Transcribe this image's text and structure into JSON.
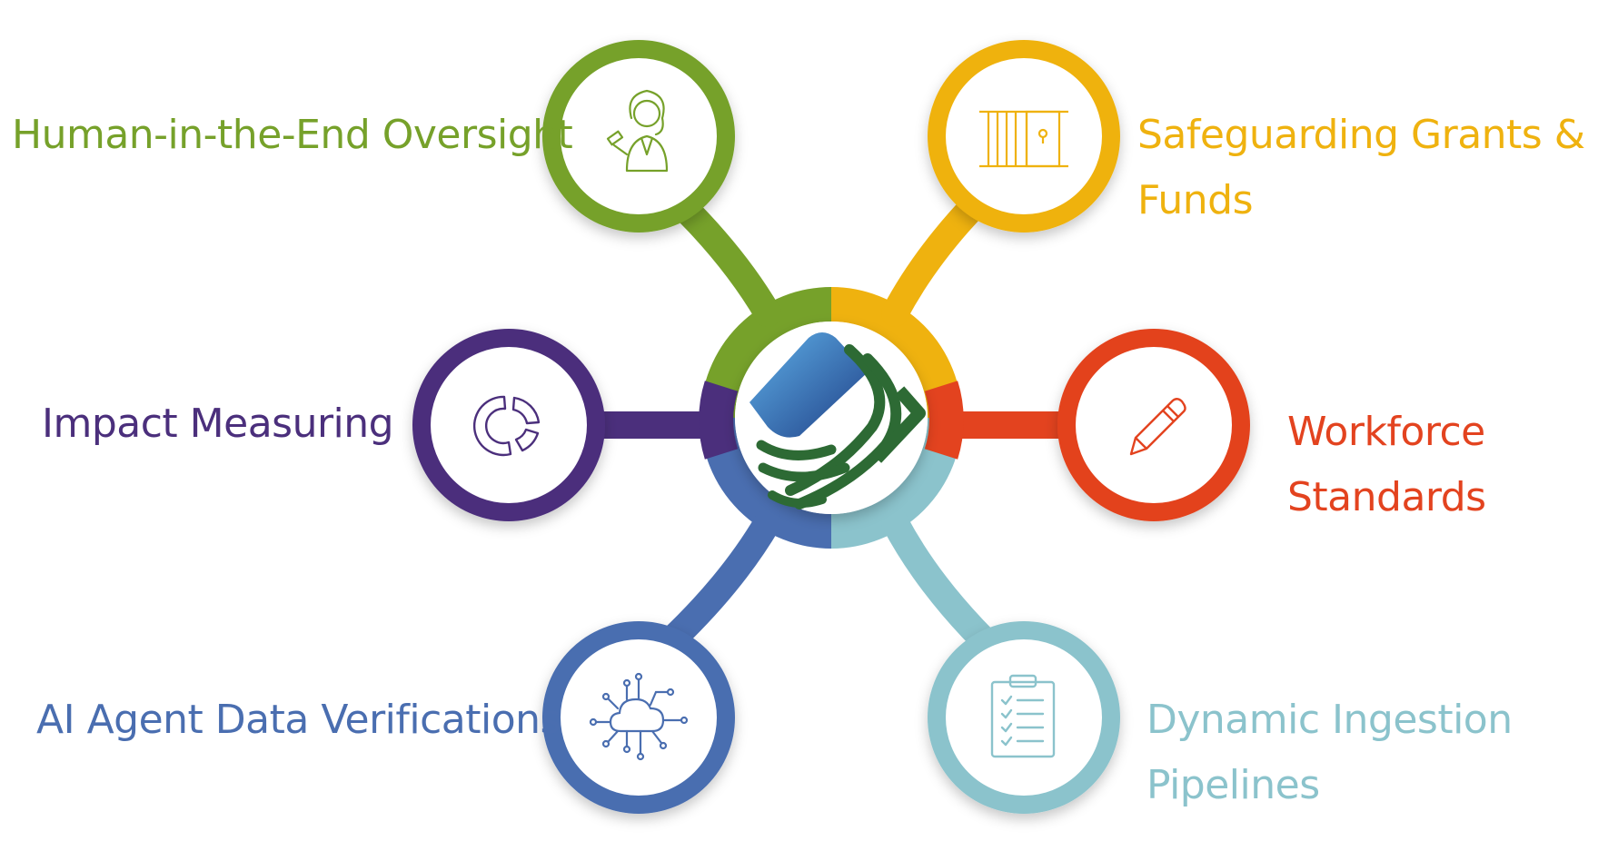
{
  "nodes": [
    {
      "id": "oversight",
      "lines": [
        "Human-in-the-End Oversight"
      ],
      "color": "#76a12a",
      "icon": "judge-icon"
    },
    {
      "id": "grants",
      "lines": [
        "Safeguarding Grants &",
        "Funds"
      ],
      "color": "#efb20f",
      "icon": "vault-door-icon"
    },
    {
      "id": "workforce",
      "lines": [
        "Workforce",
        "Standards"
      ],
      "color": "#e3431f",
      "icon": "pencil-icon"
    },
    {
      "id": "ingestion",
      "lines": [
        "Dynamic Ingestion",
        "Pipelines"
      ],
      "color": "#8bc3cc",
      "icon": "clipboard-checklist-icon"
    },
    {
      "id": "verification",
      "lines": [
        "AI Agent Data Verifications"
      ],
      "color": "#4a6eb0",
      "icon": "cloud-network-icon"
    },
    {
      "id": "impact",
      "lines": [
        "Impact Measuring"
      ],
      "color": "#4b2f7c",
      "icon": "donut-chart-icon"
    }
  ],
  "hub": {
    "icon": "company-logo-icon",
    "logo_colors": [
      "#2f6fb3",
      "#2d6a34"
    ]
  }
}
